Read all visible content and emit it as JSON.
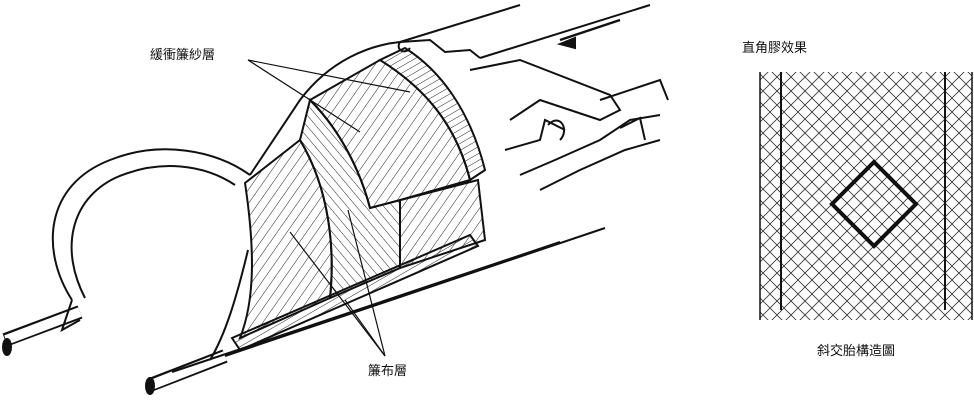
{
  "labels": {
    "cushion_layer": "緩衝簾紗層",
    "ply_layer": "簾布層",
    "right_angle": "直角膠效果",
    "bias_structure": "斜交胎構造圖"
  },
  "colors": {
    "line": "#111111",
    "background": "#ffffff"
  }
}
